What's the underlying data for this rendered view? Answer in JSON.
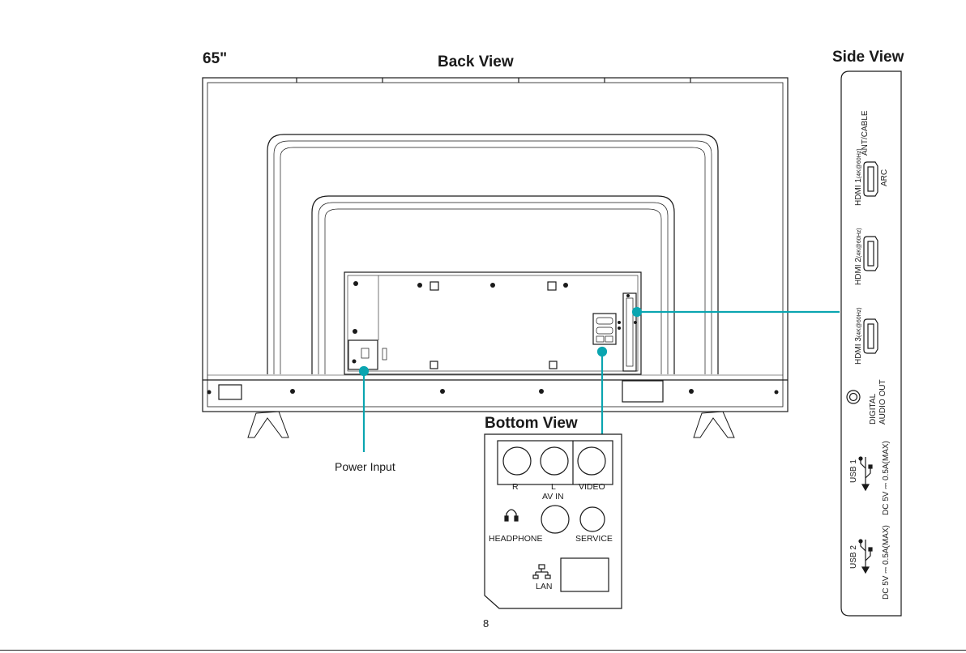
{
  "size_label": "65\"",
  "back_view": {
    "title": "Back View",
    "power_input_label": "Power Input"
  },
  "bottom_view": {
    "title": "Bottom View",
    "port_r": "R",
    "port_l": "L",
    "port_video": "VIDEO",
    "av_in": "AV IN",
    "headphone": "HEADPHONE",
    "service": "SERVICE",
    "lan": "LAN"
  },
  "side_view": {
    "title": "Side View",
    "ant_cable": "ANT/CABLE",
    "hdmi1": "HDMI 1",
    "hdmi1_spec": "(4K@60Hz)",
    "arc": "ARC",
    "hdmi2": "HDMI 2",
    "hdmi2_spec": "(4K@60Hz)",
    "hdmi3": "HDMI 3",
    "hdmi3_spec": "(4K@60Hz)",
    "digital": "DIGITAL",
    "audio_out": "AUDIO OUT",
    "usb1": "USB 1",
    "usb1_spec": "DC 5V ⎓ 0.5A(MAX)",
    "usb2": "USB 2",
    "usb2_spec": "DC 5V ⎓ 0.5A(MAX)"
  },
  "page_number": "8",
  "colors": {
    "callout": "#0aa5b0",
    "line": "#1a1a1a",
    "background": "#ffffff"
  }
}
